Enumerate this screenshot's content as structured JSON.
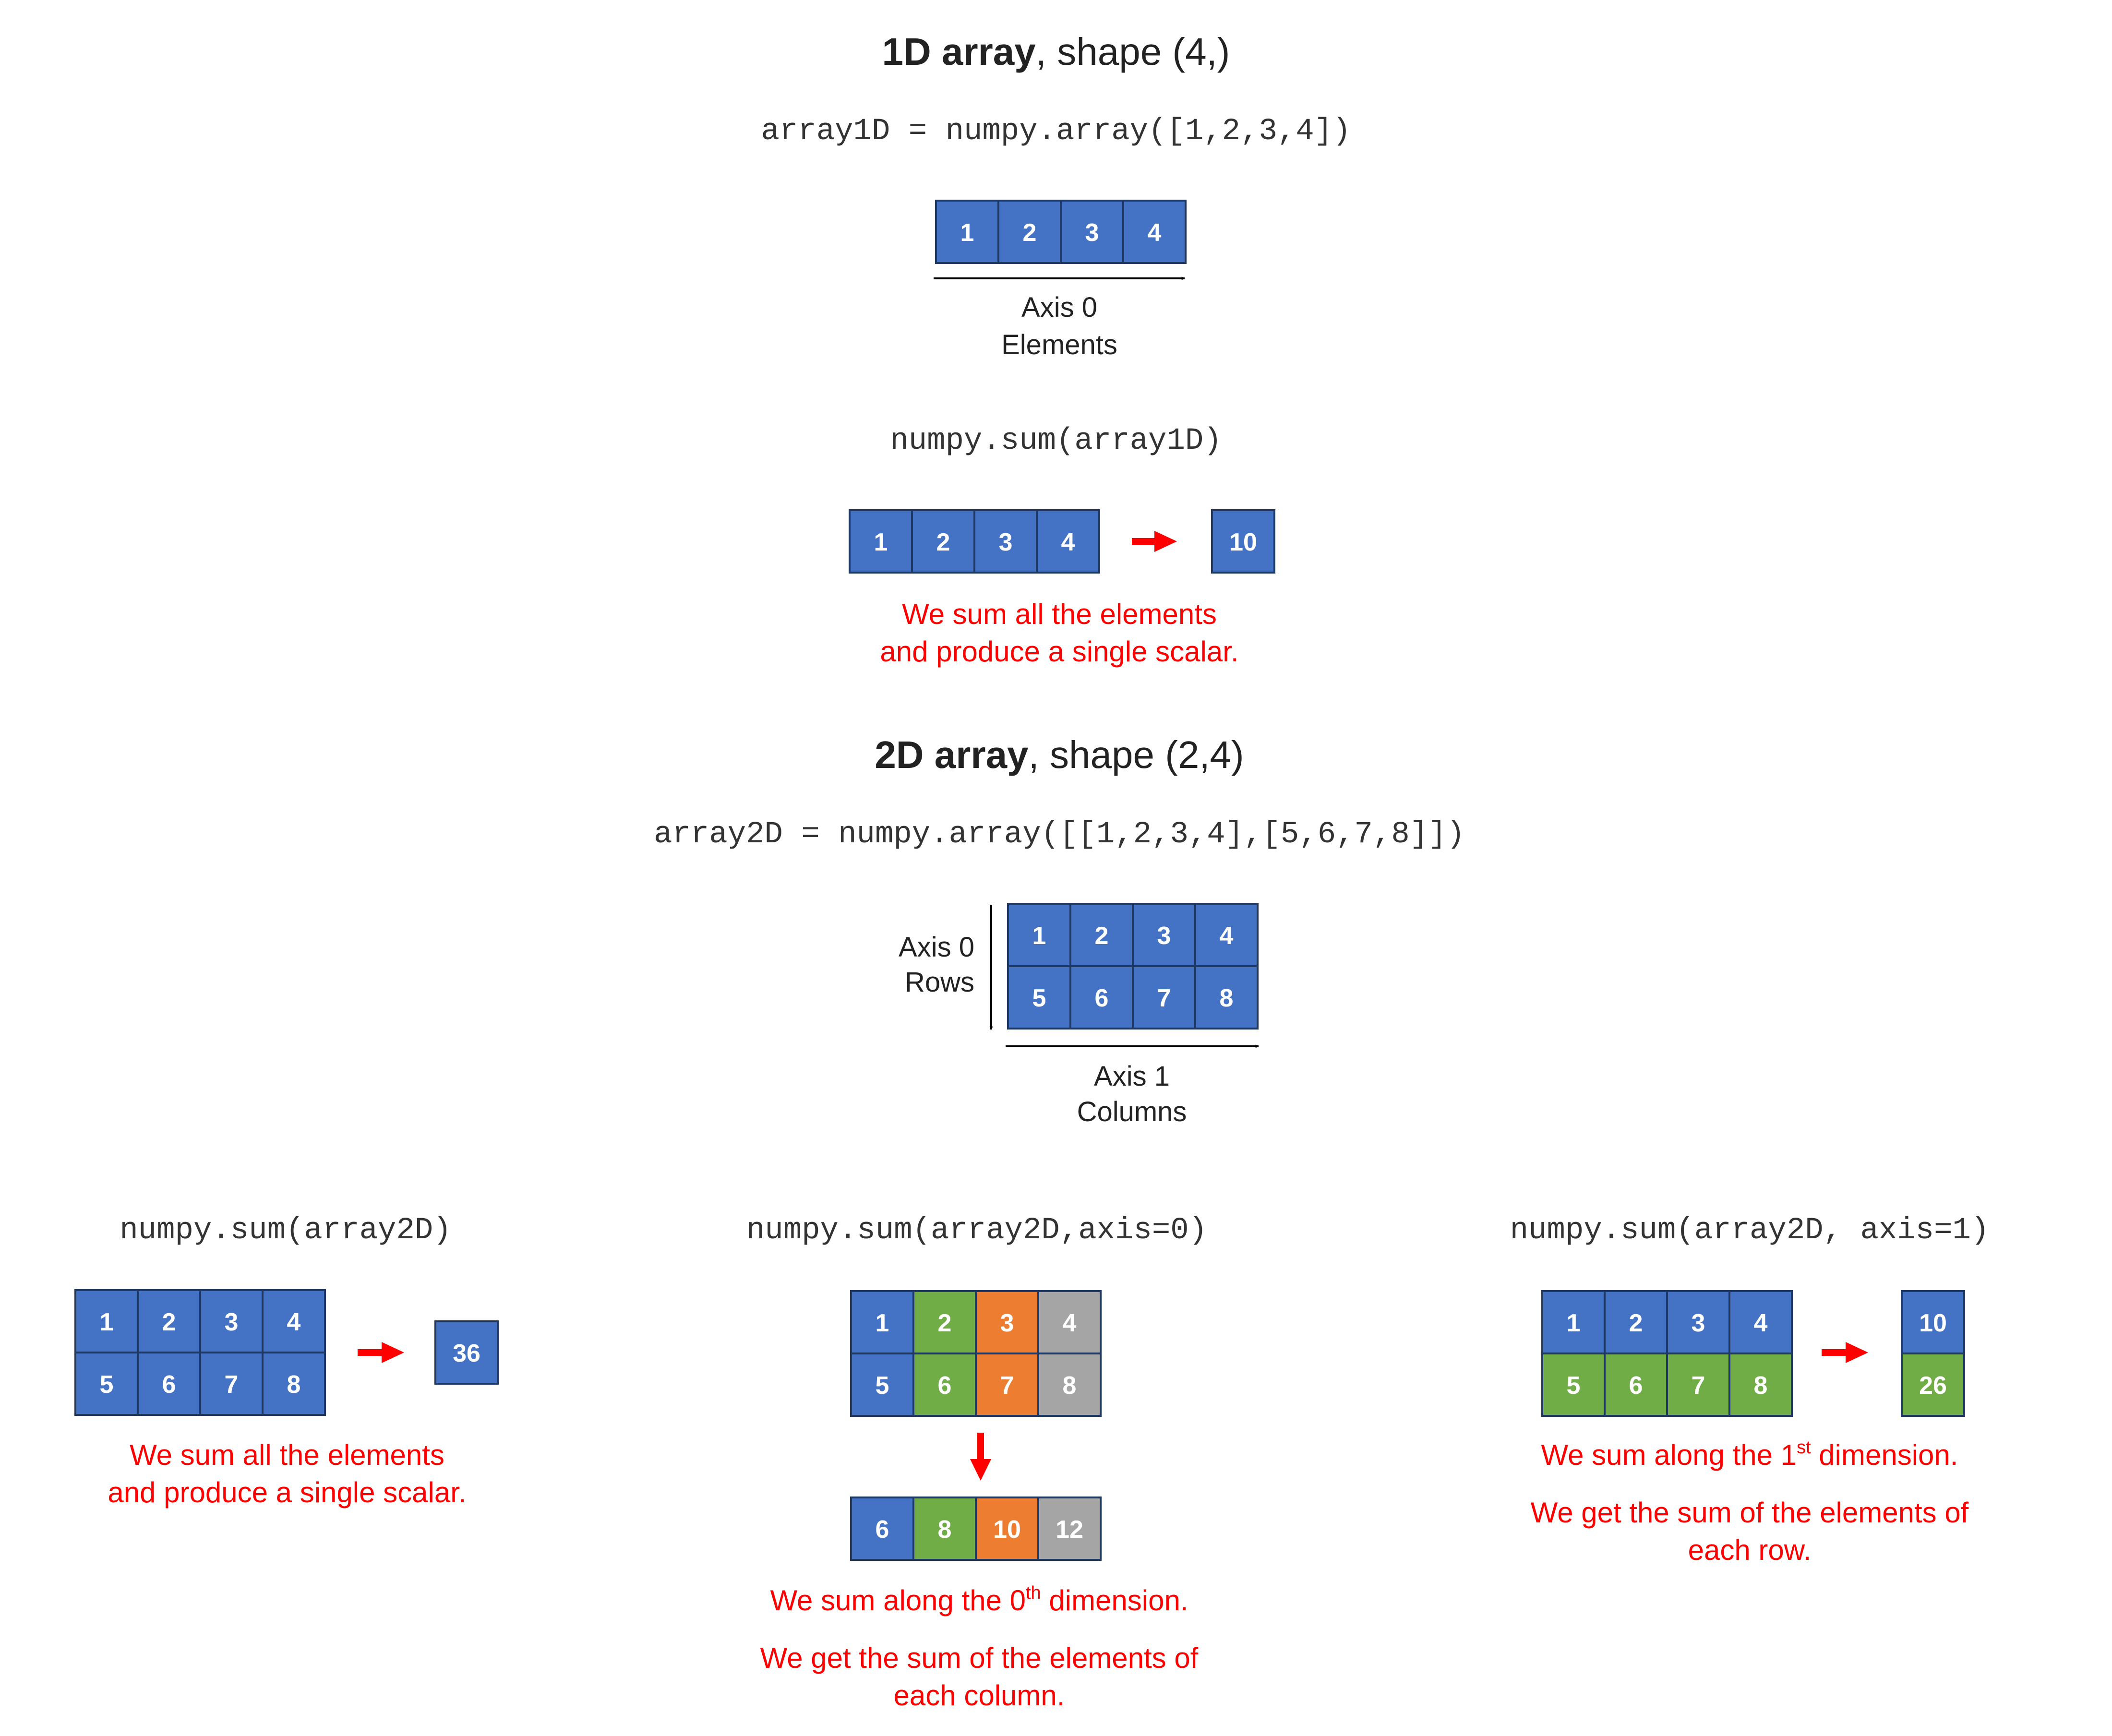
{
  "colors": {
    "blue": "#4472C4",
    "green": "#70AD47",
    "orange": "#ED7D31",
    "gray": "#A5A5A5",
    "red": "#FF0000",
    "cell_border": "#1F3864",
    "text": "#222222"
  },
  "section1d": {
    "title_bold": "1D array",
    "title_rest": ", shape (4,)",
    "code": "array1D = numpy.array([1,2,3,4])",
    "array": [
      "1",
      "2",
      "3",
      "4"
    ],
    "axis_label": "Axis 0",
    "axis_sub": "Elements",
    "sum_code": "numpy.sum(array1D)",
    "sum_result": "10",
    "note_line1": "We sum all the elements",
    "note_line2": "and produce a single scalar."
  },
  "section2d": {
    "title_bold": "2D array",
    "title_rest": ", shape (2,4)",
    "code": "array2D = numpy.array([[1,2,3,4],[5,6,7,8]])",
    "row0": [
      "1",
      "2",
      "3",
      "4"
    ],
    "row1": [
      "5",
      "6",
      "7",
      "8"
    ],
    "axis0_label": "Axis 0",
    "axis0_sub": "Rows",
    "axis1_label": "Axis 1",
    "axis1_sub": "Columns"
  },
  "panel_all": {
    "code": "numpy.sum(array2D)",
    "result": "36",
    "note_line1": "We sum all the elements",
    "note_line2": "and produce a single scalar."
  },
  "panel_axis0": {
    "code": "numpy.sum(array2D,axis=0)",
    "result": [
      "6",
      "8",
      "10",
      "12"
    ],
    "note1_pre": "We sum along the 0",
    "note1_sup": "th",
    "note1_post": " dimension.",
    "note2_line1": "We get the sum of the elements of",
    "note2_line2": "each column."
  },
  "panel_axis1": {
    "code": "numpy.sum(array2D, axis=1)",
    "result": [
      "10",
      "26"
    ],
    "note1_pre": "We sum along the 1",
    "note1_sup": "st",
    "note1_post": " dimension.",
    "note2_line1": "We get the sum of the elements of",
    "note2_line2": "each row."
  }
}
